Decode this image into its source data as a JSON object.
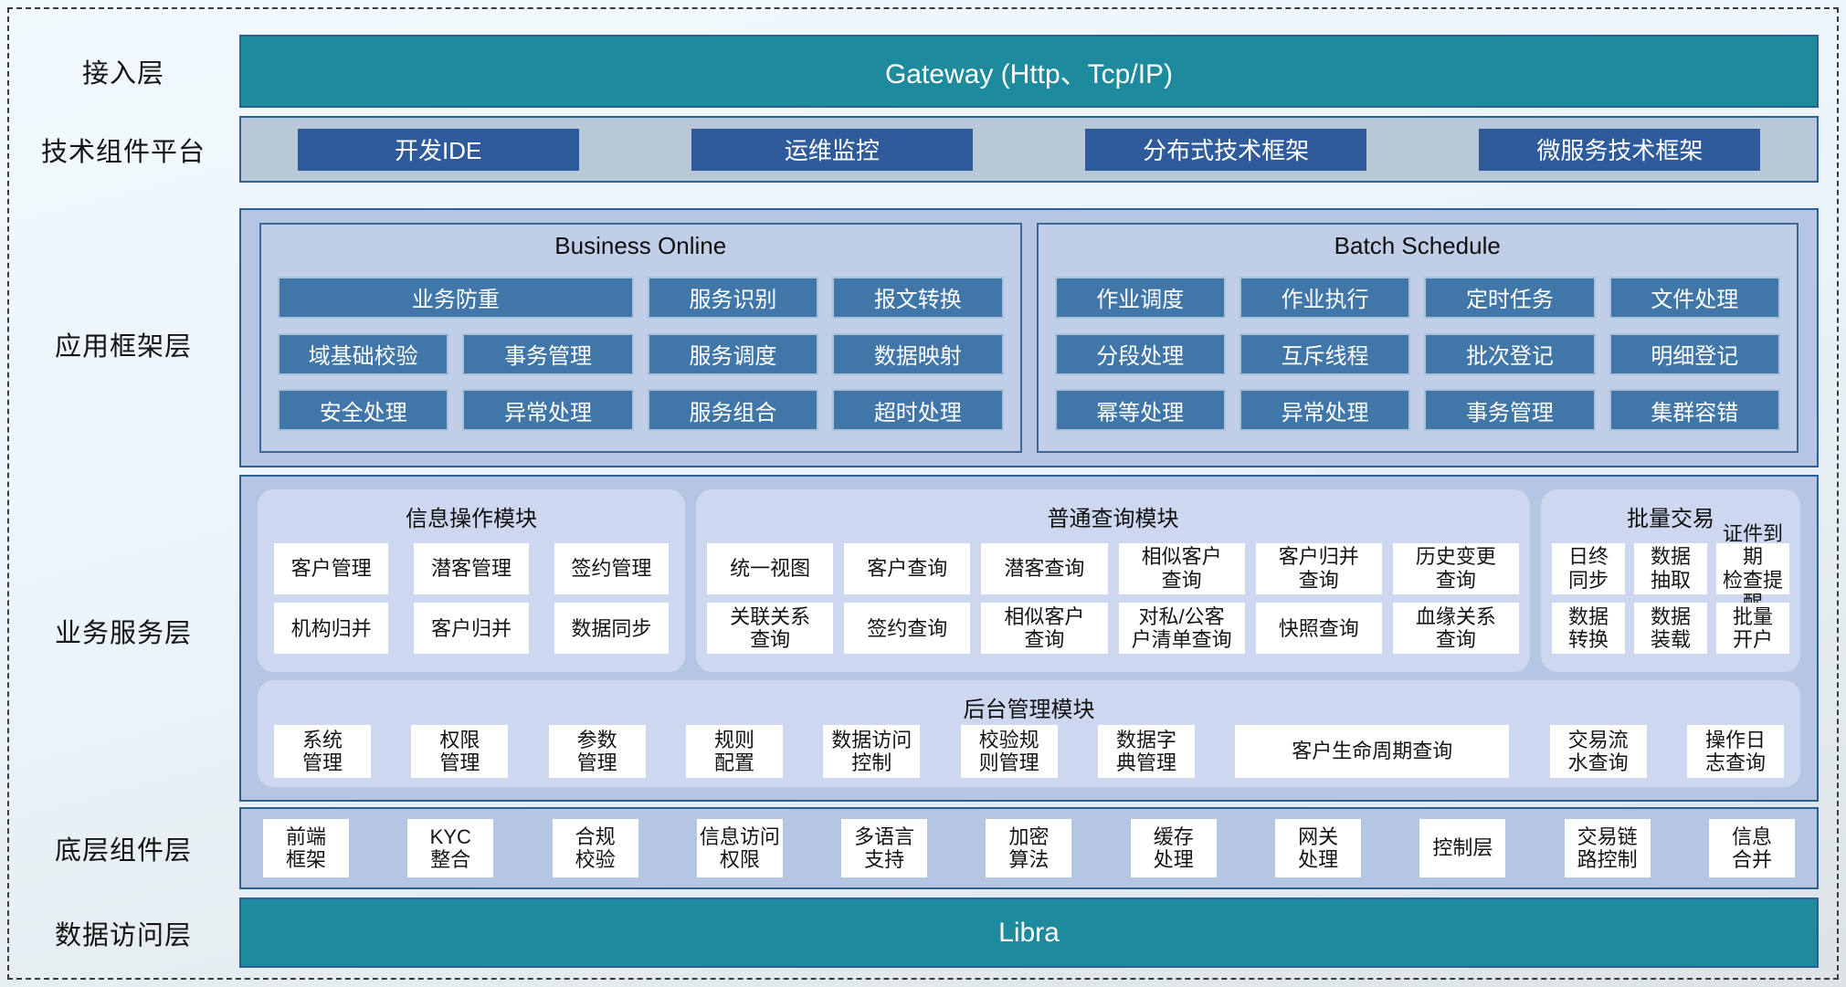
{
  "access_layer": {
    "label": "接入层",
    "gateway": "Gateway (Http、Tcp/IP)"
  },
  "tech_platform": {
    "label": "技术组件平台",
    "items": [
      "开发IDE",
      "运维监控",
      "分布式技术框架",
      "微服务技术框架"
    ]
  },
  "app_framework": {
    "label": "应用框架层",
    "business_online": {
      "title": "Business Online",
      "items": [
        "业务防重",
        "服务识别",
        "报文转换",
        "域基础校验",
        "事务管理",
        "服务调度",
        "数据映射",
        "安全处理",
        "异常处理",
        "服务组合",
        "超时处理"
      ]
    },
    "batch_schedule": {
      "title": "Batch Schedule",
      "items": [
        "作业调度",
        "作业执行",
        "定时任务",
        "文件处理",
        "分段处理",
        "互斥线程",
        "批次登记",
        "明细登记",
        "幂等处理",
        "异常处理",
        "事务管理",
        "集群容错"
      ]
    }
  },
  "business_service": {
    "label": "业务服务层",
    "info_module": {
      "title": "信息操作模块",
      "items": [
        "客户管理",
        "潜客管理",
        "签约管理",
        "机构归并",
        "客户归并",
        "数据同步"
      ]
    },
    "query_module": {
      "title": "普通查询模块",
      "items": [
        "统一视图",
        "客户查询",
        "潜客查询",
        "相似客户\n查询",
        "客户归并\n查询",
        "历史变更\n查询",
        "关联关系\n查询",
        "签约查询",
        "相似客户\n查询",
        "对私/公客\n户清单查询",
        "快照查询",
        "血缘关系\n查询"
      ]
    },
    "batch_trade": {
      "title": "批量交易",
      "items": [
        "日终\n同步",
        "数据\n抽取",
        "证件到期\n检查提醒",
        "数据\n转换",
        "数据\n装载",
        "批量\n开户"
      ]
    },
    "admin_module": {
      "title": "后台管理模块",
      "items": [
        "系统\n管理",
        "权限\n管理",
        "参数\n管理",
        "规则\n配置",
        "数据访问\n控制",
        "校验规\n则管理",
        "数据字\n典管理",
        "客户生命周期查询",
        "交易流\n水查询",
        "操作日\n志查询"
      ]
    }
  },
  "base_components": {
    "label": "底层组件层",
    "items": [
      "前端\n框架",
      "KYC\n整合",
      "合规\n校验",
      "信息访问\n权限",
      "多语言\n支持",
      "加密\n算法",
      "缓存\n处理",
      "网关\n处理",
      "控制层",
      "交易链\n路控制",
      "信息\n合并"
    ]
  },
  "data_access": {
    "label": "数据访问层",
    "bar": "Libra"
  },
  "colors": {
    "teal_bar": "#1e8a9d",
    "dark_blue_button": "#2f5b9b",
    "steel_blue_button": "#4176a9",
    "panel_blue": "#b5c6e2",
    "group_lavender": "#cdd8f0",
    "border_blue": "#2e5f92"
  }
}
